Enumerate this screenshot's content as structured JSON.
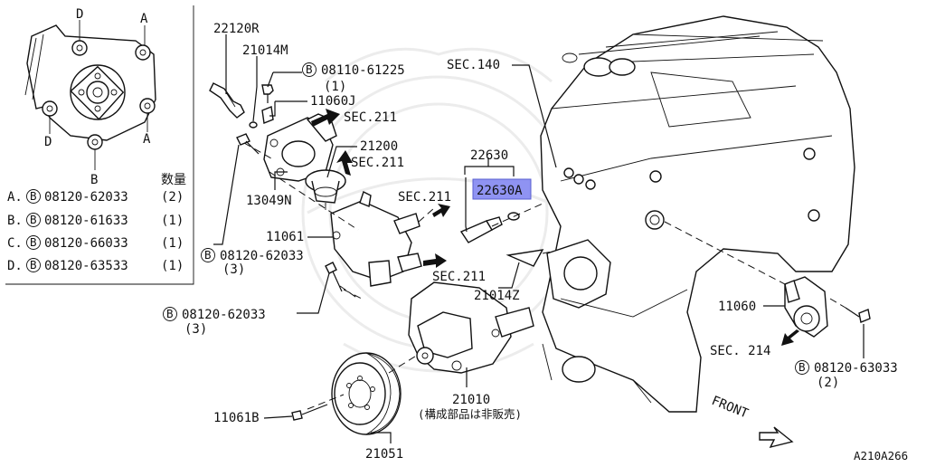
{
  "inset": {
    "corner_labels": [
      "D",
      "A",
      "D",
      "A",
      "B"
    ],
    "qty_header": "数量",
    "bolts": [
      {
        "letter": "A.",
        "part_no": "08120-62033",
        "qty": "(2)"
      },
      {
        "letter": "B.",
        "part_no": "08120-61633",
        "qty": "(1)"
      },
      {
        "letter": "C.",
        "part_no": "08120-66033",
        "qty": "(1)"
      },
      {
        "letter": "D.",
        "part_no": "08120-63533",
        "qty": "(1)"
      }
    ]
  },
  "bolt_symbol": "B",
  "labels": {
    "p22120R": "22120R",
    "p21014M": "21014M",
    "bolt_08110": "08110-61225",
    "bolt_08110_qty": "(1)",
    "p11060J": "11060J",
    "sec211_a": "SEC.211",
    "p21200": "21200",
    "sec211_b": "SEC.211",
    "p13049N": "13049N",
    "p11061": "11061",
    "bolt_62033_a": "08120-62033",
    "bolt_62033_a_qty": "(3)",
    "bolt_62033_b": "08120-62033",
    "bolt_62033_b_qty": "(3)",
    "sec211_c": "SEC.211",
    "sec211_d": "SEC.211",
    "p22630": "22630",
    "p22630A": "22630A",
    "sec140": "SEC.140",
    "p21014Z": "21014Z",
    "p11060": "11060",
    "sec214": "SEC. 214",
    "bolt_63033": "08120-63033",
    "bolt_63033_qty": "(2)",
    "p21010": "21010",
    "p21010_note": "(構成部品は非販売)",
    "p11061B": "11061B",
    "p21051": "21051",
    "front": "FRONT",
    "figure_code": "A210A266"
  },
  "highlight_color": "#8f93f2"
}
